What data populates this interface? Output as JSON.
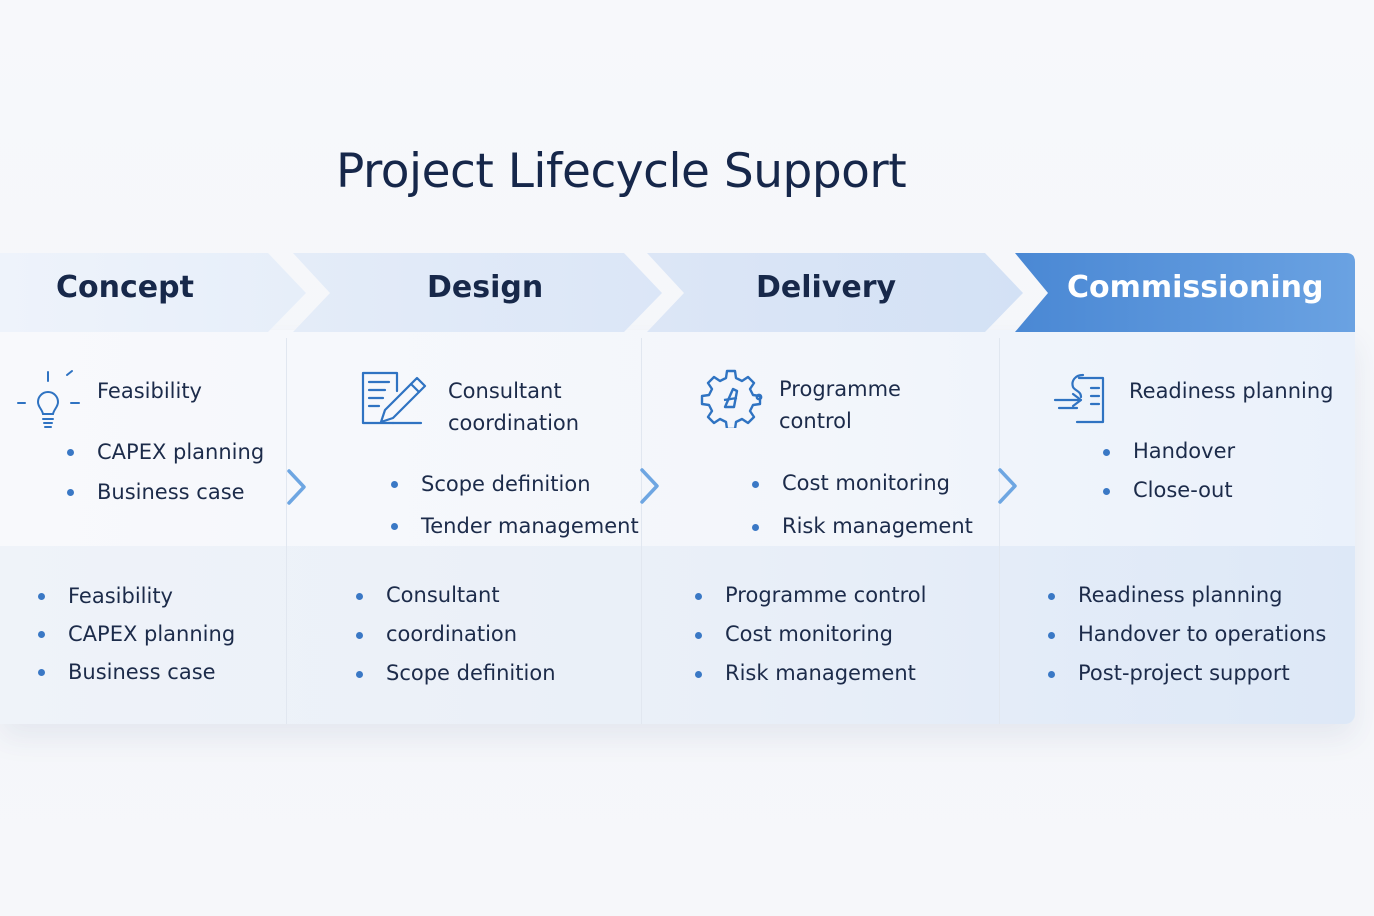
{
  "title": "Project Lifecycle Support",
  "colors": {
    "accent": "#4f8fd8",
    "icon": "#2f73c2",
    "text": "#1c2b4a"
  },
  "stages": [
    {
      "label": "Concept",
      "icon": "lightbulb-icon",
      "heading": "Feasibility",
      "items": [
        "CAPEX planning",
        "Business case"
      ],
      "details": [
        "Feasibility",
        "CAPEX planning",
        "Business case"
      ]
    },
    {
      "label": "Design",
      "icon": "document-pen-icon",
      "heading": "Consultant coordination",
      "items": [
        "Scope definition",
        "Tender management"
      ],
      "details": [
        "Consultant",
        "coordination",
        "Scope definition"
      ]
    },
    {
      "label": "Delivery",
      "icon": "gear-icon",
      "heading": "Programme control",
      "items": [
        "Cost monitoring",
        "Risk management"
      ],
      "details": [
        "Programme control",
        "Cost monitoring",
        "Risk management"
      ]
    },
    {
      "label": "Commissioning",
      "icon": "handover-checklist-icon",
      "heading": "Readiness planning",
      "items": [
        "Handover",
        "Close-out"
      ],
      "details": [
        "Readiness planning",
        "Handover to operations",
        "Post-project support"
      ]
    }
  ]
}
